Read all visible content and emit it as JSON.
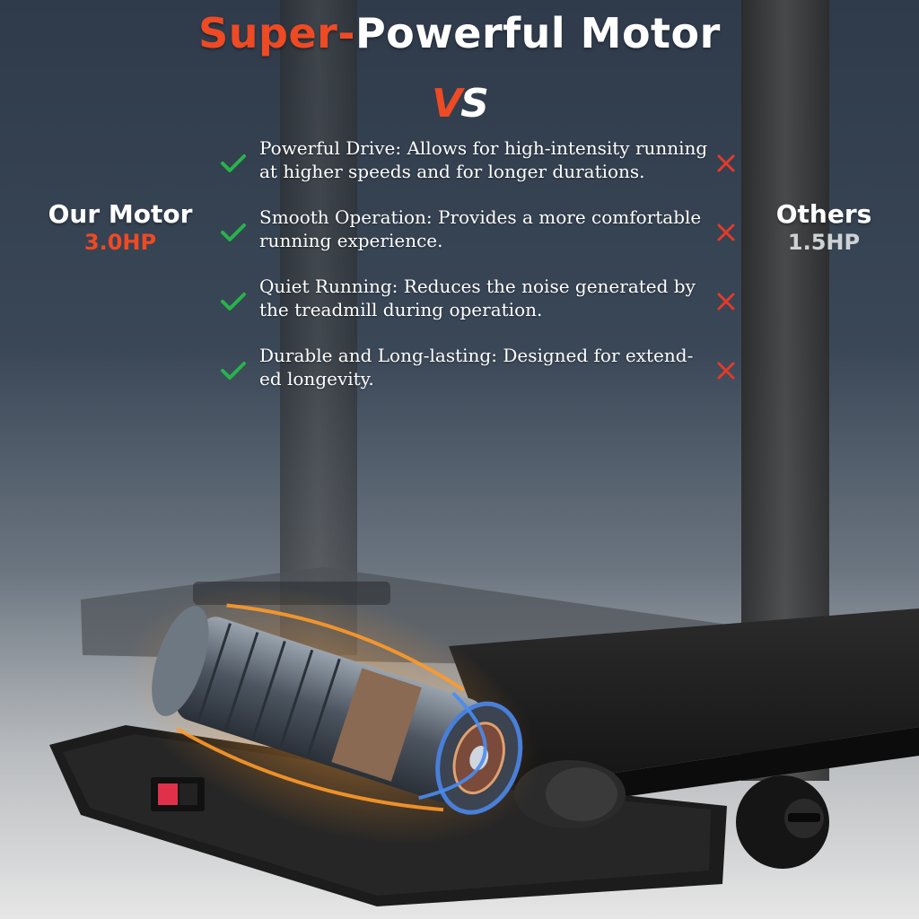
{
  "title": {
    "accent": "Super-",
    "main": "Powerful Motor"
  },
  "vs": {
    "v": "V",
    "s": "S"
  },
  "our_motor": {
    "label": "Our Motor",
    "hp": "3.0HP"
  },
  "others": {
    "label": "Others",
    "hp": "1.5HP"
  },
  "features": [
    {
      "text": "Powerful Drive: Allows for high-intensity running at higher speeds and for longer durations."
    },
    {
      "text": "Smooth Operation: Provides a more comfortable running experience."
    },
    {
      "text": "Quiet Running: Reduces the noise generated by the treadmill during operation."
    },
    {
      "text": "Durable and Long-lasting: Designed for extend-ed longevity."
    }
  ],
  "icons": {
    "check": "check-icon",
    "cross": "cross-icon"
  },
  "colors": {
    "accent": "#ee4a24",
    "check": "#27b34a",
    "cross": "#e23b2a"
  }
}
